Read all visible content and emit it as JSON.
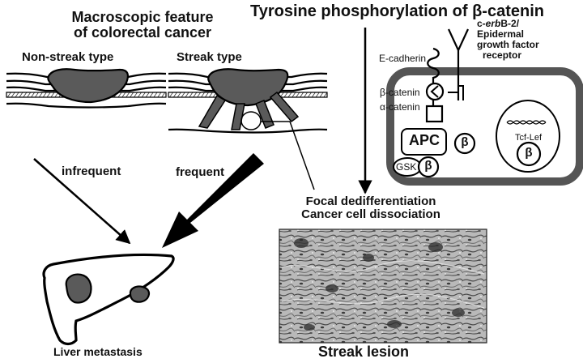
{
  "figure": {
    "macroscopic_title": [
      "Macroscopic feature",
      "of colorectal cancer"
    ],
    "tyrosine_title_prefix": "Tyrosine phosphorylation of ",
    "tyrosine_title_symbol": "β-catenin",
    "non_streak_label": "Non-streak type",
    "streak_label": "Streak type",
    "infrequent_label": "infrequent",
    "frequent_label": "frequent",
    "liver_label": "Liver metastasis",
    "focal_label": [
      "Focal dedifferentiation",
      "Cancer cell dissociation"
    ],
    "streak_lesion_label": "Streak lesion"
  },
  "cell": {
    "e_cadherin": "E-cadherin",
    "receptor_prefix": "c-",
    "receptor_italic": "erb",
    "receptor_suffix": "B-2/",
    "receptor_lines": [
      "Epidermal",
      "growth factor",
      "receptor"
    ],
    "beta_catenin": "β-catenin",
    "alpha_catenin": "α-catenin",
    "apc": "APC",
    "gsk": "GSK",
    "beta_symbol": "β",
    "tcf_lef": "Tcf-Lef"
  },
  "colors": {
    "tumor_gray": "#5a5a5a",
    "cell_border": "#555555",
    "cell_fill": "#ffffff"
  }
}
